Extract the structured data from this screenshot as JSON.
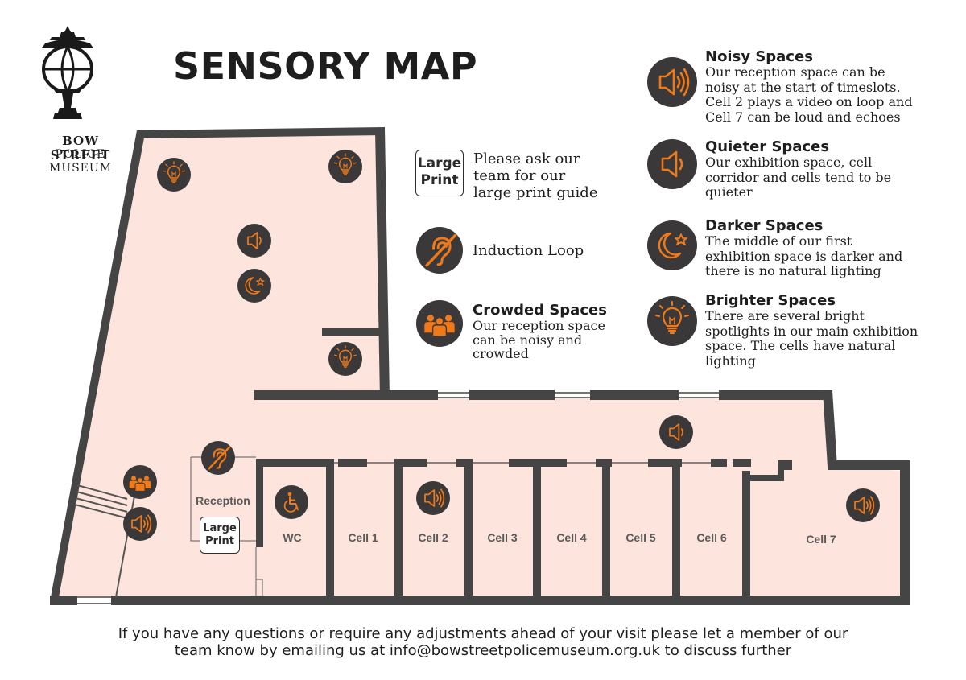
{
  "museum": {
    "line1": "BOW STREET",
    "line2": "POLICE",
    "line3": "MUSEUM"
  },
  "title": "SENSORY MAP",
  "legend_left": {
    "large_print": {
      "badge_line1": "Large",
      "badge_line2": "Print",
      "line1": "Please ask our",
      "line2": "team for our",
      "line3": "large print guide"
    },
    "induction_loop": {
      "label": "Induction Loop"
    },
    "crowded": {
      "title": "Crowded Spaces",
      "line1": "Our reception space",
      "line2": "can be noisy and",
      "line3": "crowded"
    }
  },
  "legend_right": {
    "noisy": {
      "title": "Noisy Spaces",
      "line1": "Our reception space can be",
      "line2": "noisy at the start of timeslots.",
      "line3": "Cell 2 plays a video on loop and",
      "line4": "Cell 7 can be loud and echoes"
    },
    "quieter": {
      "title": "Quieter Spaces",
      "line1": "Our exhibition space, cell",
      "line2": "corridor and cells tend to be",
      "line3": "quieter"
    },
    "darker": {
      "title": "Darker Spaces",
      "line1": "The middle of our first",
      "line2": "exhibition space is darker and",
      "line3": "there is no natural lighting"
    },
    "brighter": {
      "title": "Brighter Spaces",
      "line1": "There are several bright",
      "line2": "spotlights in our main exhibition",
      "line3": "space. The cells have natural",
      "line4": "lighting"
    }
  },
  "rooms": {
    "reception": "Reception",
    "wc": "WC",
    "cells": [
      "Cell 1",
      "Cell 2",
      "Cell 3",
      "Cell 4",
      "Cell 5",
      "Cell 6",
      "Cell 7"
    ],
    "map_large_print_line1": "Large",
    "map_large_print_line2": "Print"
  },
  "footer": {
    "line1": "If you have any questions or require any adjustments ahead of your visit please let a member of our",
    "line2": "team know by emailing us at info@bowstreetpolicemuseum.org.uk to discuss further"
  },
  "colors": {
    "wall": "#454545",
    "floor": "#fde4dc",
    "icon_bg": "#3a3838",
    "accent": "#f07a1a"
  },
  "icons": [
    "lamp-logo-icon",
    "bulb-icon",
    "speaker-quiet-icon",
    "speaker-loud-icon",
    "moon-star-icon",
    "ear-loop-icon",
    "crowd-icon",
    "wheelchair-icon"
  ]
}
